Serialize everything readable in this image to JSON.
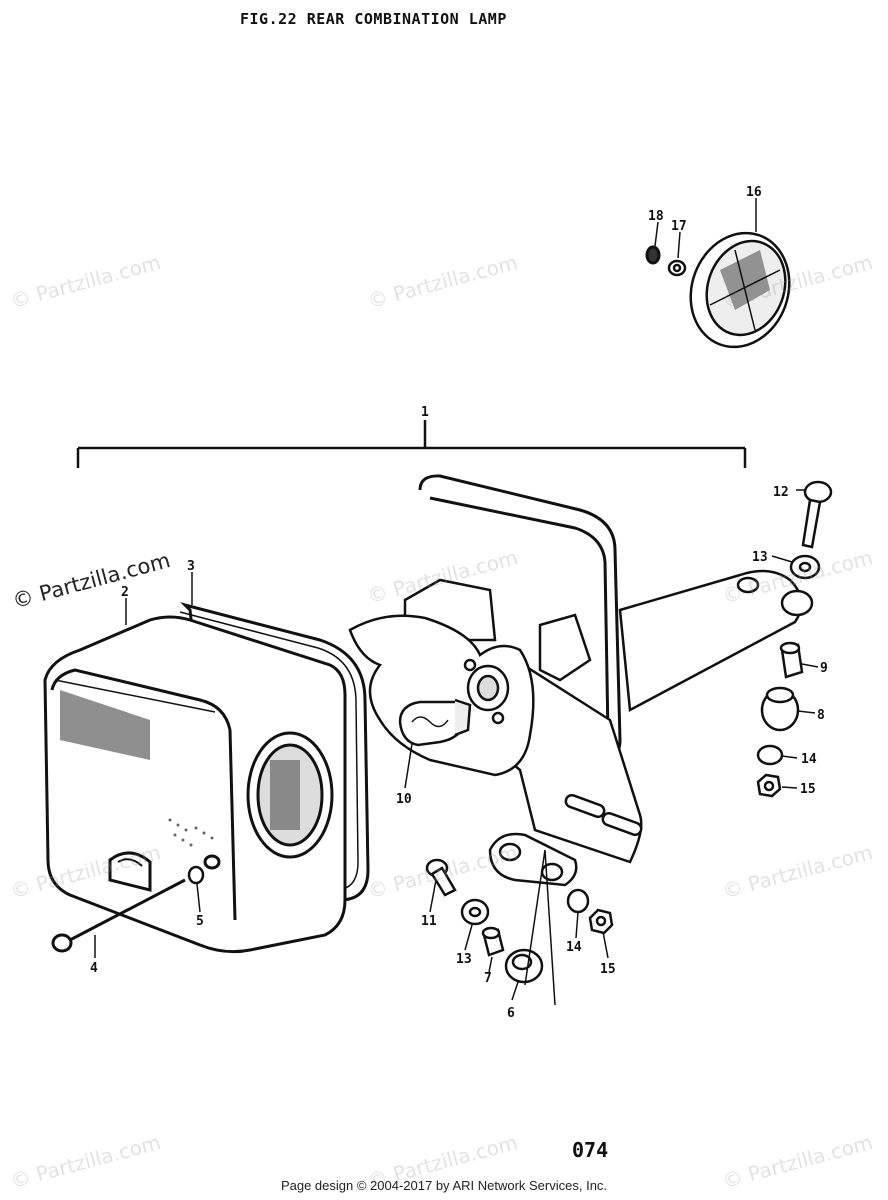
{
  "title": "FIG.22  REAR COMBINATION LAMP",
  "page_number": "074",
  "footer": "Page design © 2004-2017 by ARI Network Services, Inc.",
  "watermark": "© Partzilla.com",
  "callouts": [
    "1",
    "2",
    "3",
    "4",
    "5",
    "6",
    "7",
    "8",
    "9",
    "10",
    "11",
    "12",
    "13",
    "13",
    "14",
    "14",
    "15",
    "15",
    "16",
    "17",
    "18"
  ]
}
